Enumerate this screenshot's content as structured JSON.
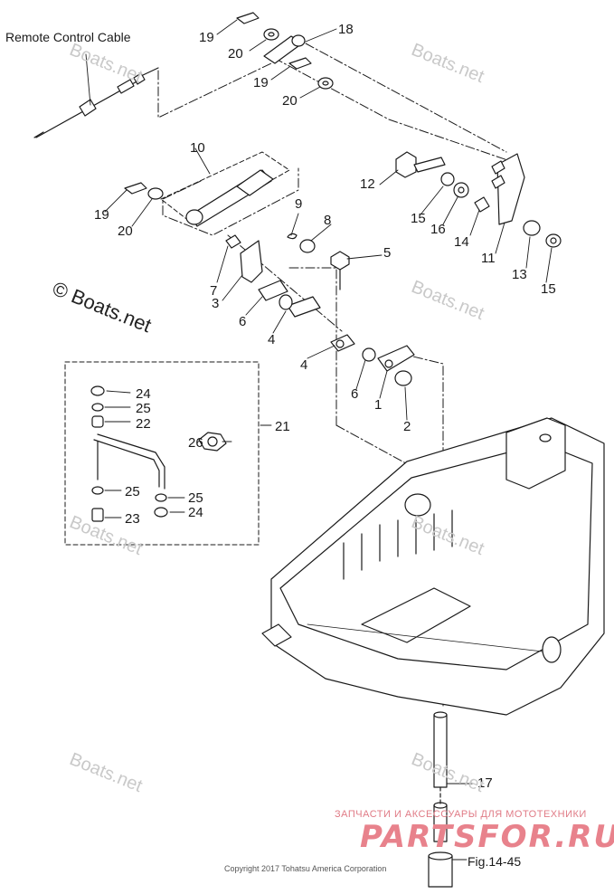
{
  "diagram": {
    "title_label": "Remote Control Cable",
    "figure_reference": "Fig.14-45",
    "copyright": "Copyright 2017 Tohatsu America Corporation",
    "watermark": "Boats.net",
    "watermark_main": "© Boats.net",
    "banner_subtitle": "ЗАПЧАСТИ И АКСЕССУАРЫ ДЛЯ МОТОТЕХНИКИ",
    "banner_logo": "PARTSFOR.RU",
    "callouts": [
      "19",
      "20",
      "18",
      "19",
      "20",
      "10",
      "12",
      "15",
      "16",
      "14",
      "11",
      "13",
      "15",
      "19",
      "20",
      "9",
      "8",
      "5",
      "7",
      "3",
      "6",
      "4",
      "4",
      "6",
      "1",
      "2",
      "24",
      "25",
      "22",
      "21",
      "26",
      "25",
      "25",
      "23",
      "24",
      "17"
    ]
  },
  "colors": {
    "line": "#1a1a1a",
    "watermark": "#c9c9c9",
    "banner": "#e8828c"
  }
}
